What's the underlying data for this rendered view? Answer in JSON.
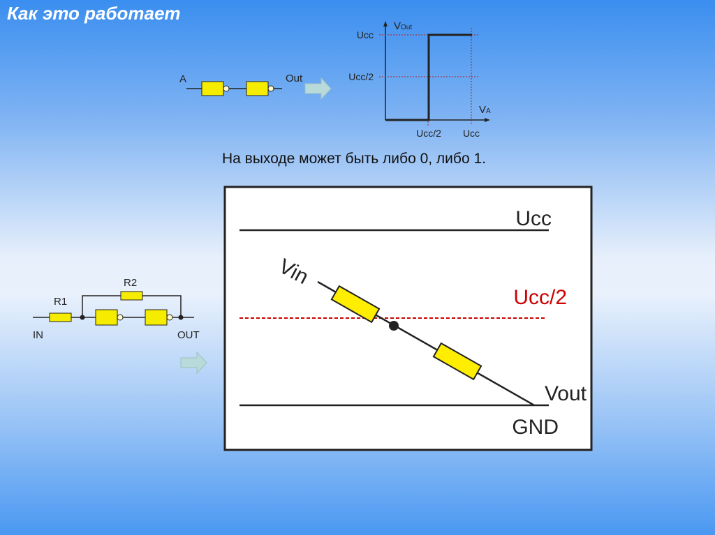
{
  "title": "Как это работает",
  "caption": "На выходе может быть либо 0, либо 1.",
  "inverter_chain": {
    "input": "A",
    "output": "Out"
  },
  "transfer_graph": {
    "y_axis": "V",
    "y_axis_sub": "Out",
    "x_axis": "V",
    "x_axis_sub": "A",
    "y_ticks": [
      "Ucc",
      "Ucc/2"
    ],
    "x_ticks": [
      "Ucc/2",
      "Ucc"
    ]
  },
  "schmitt_circuit": {
    "r1": "R1",
    "r2": "R2",
    "input": "IN",
    "output": "OUT"
  },
  "divider_diagram": {
    "ucc": "Ucc",
    "half": "Ucc/2",
    "vin": "Vin",
    "vout": "Vout",
    "gnd": "GND"
  },
  "colors": {
    "resistor": "#ffee00",
    "threshold": "#cc0000",
    "arrow": "#b9dada"
  }
}
